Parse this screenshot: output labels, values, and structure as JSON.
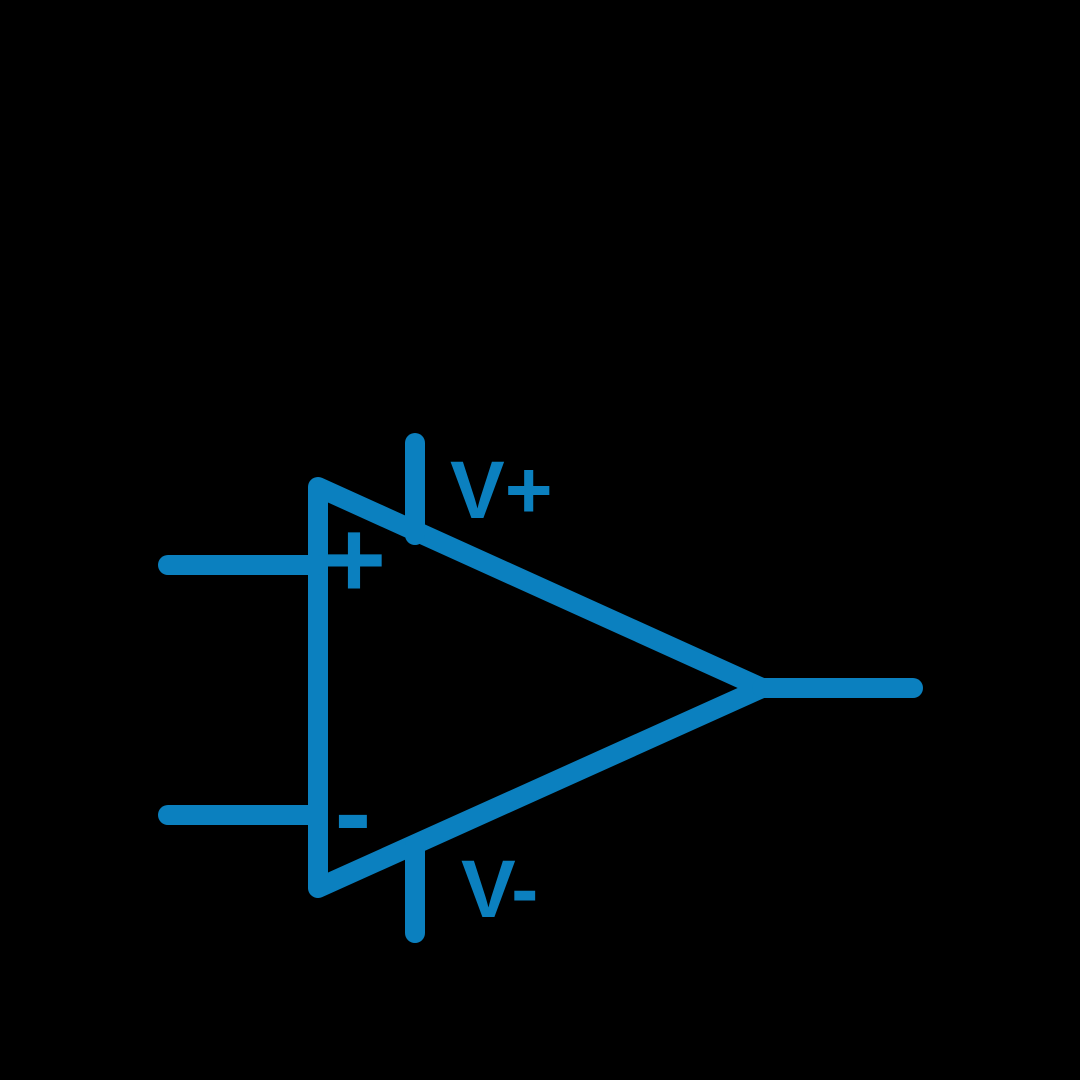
{
  "page": {
    "background_color": "#000000"
  },
  "diagram": {
    "name": "operational-amplifier-schematic-symbol",
    "symbol_color": "#0b80bf",
    "labels": {
      "positive_supply": "V+",
      "negative_supply": "V-",
      "noninverting_input_sign": "+",
      "inverting_input_sign": "-"
    }
  }
}
